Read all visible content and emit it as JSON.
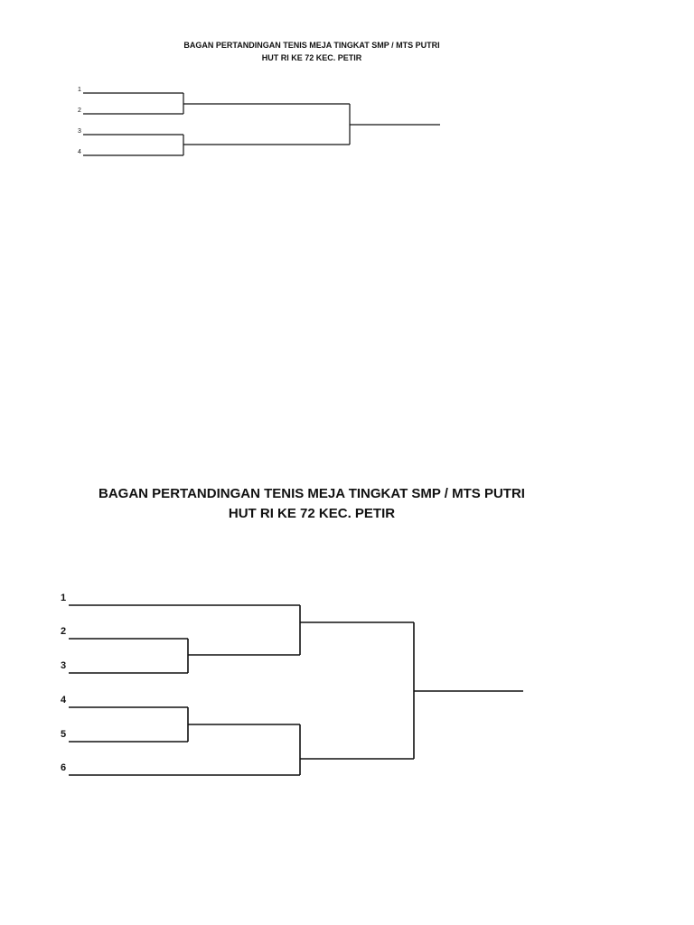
{
  "small_bracket": {
    "title_line1": "BAGAN PERTANDINGAN TENIS MEJA TINGKAT SMP / MTS  PUTRI",
    "title_line2": "HUT RI KE 72 KEC. PETIR",
    "seeds": [
      "1",
      "2",
      "3",
      "4"
    ]
  },
  "large_bracket": {
    "title_line1": "BAGAN PERTANDINGAN TENIS MEJA TINGKAT SMP / MTS  PUTRI",
    "title_line2": "HUT RI KE 72 KEC. PETIR",
    "seeds": [
      "1",
      "2",
      "3",
      "4",
      "5",
      "6"
    ]
  },
  "colors": {
    "line": "#111111",
    "background": "#ffffff"
  }
}
